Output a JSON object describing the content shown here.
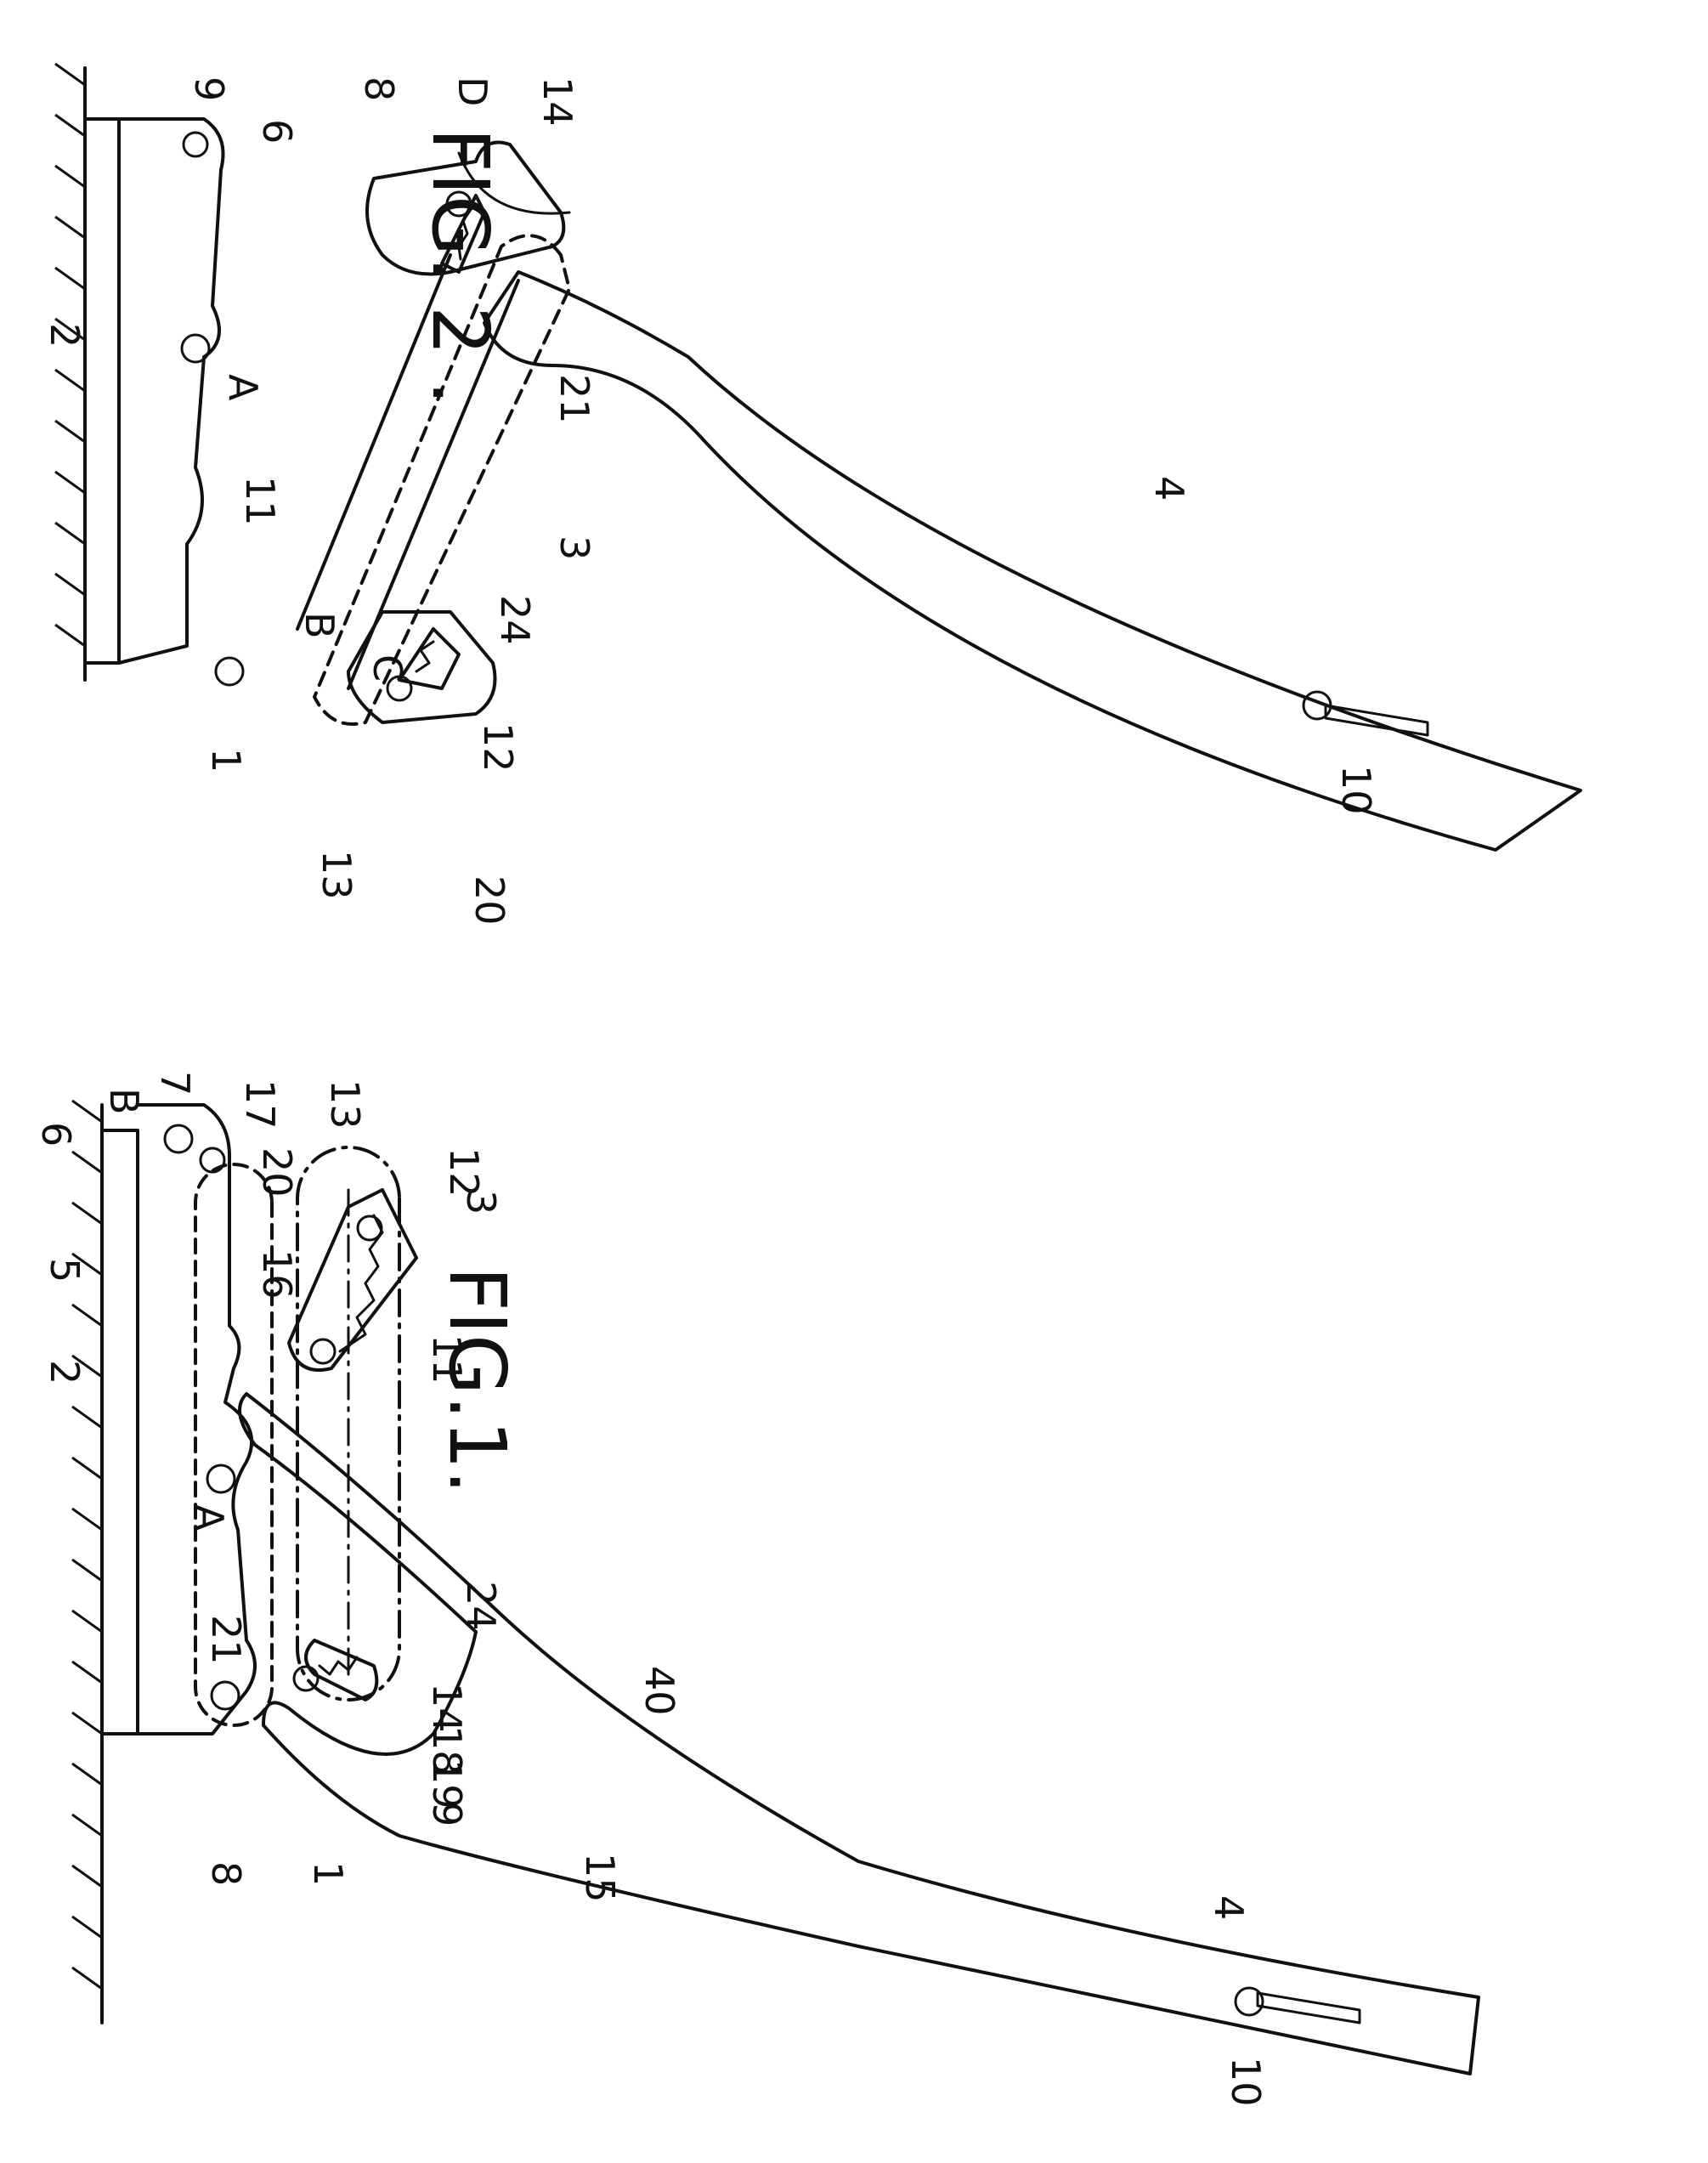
{
  "figures": [
    {
      "title": "FIG.1.",
      "labels": [
        "4",
        "10",
        "15",
        "40",
        "14",
        "18",
        "19",
        "9",
        "1",
        "8",
        "21",
        "24",
        "A",
        "11",
        "3",
        "2",
        "5",
        "12",
        "16",
        "20",
        "13",
        "17",
        "7",
        "B",
        "6"
      ]
    },
    {
      "title": "FIG. 2 .",
      "labels": [
        "10",
        "4",
        "14",
        "D",
        "8",
        "9",
        "6",
        "21",
        "A",
        "2",
        "11",
        "3",
        "24",
        "B",
        "C",
        "12",
        "20",
        "13",
        "1"
      ]
    }
  ],
  "colors": {
    "ink": "#111111",
    "paper": "#ffffff"
  }
}
